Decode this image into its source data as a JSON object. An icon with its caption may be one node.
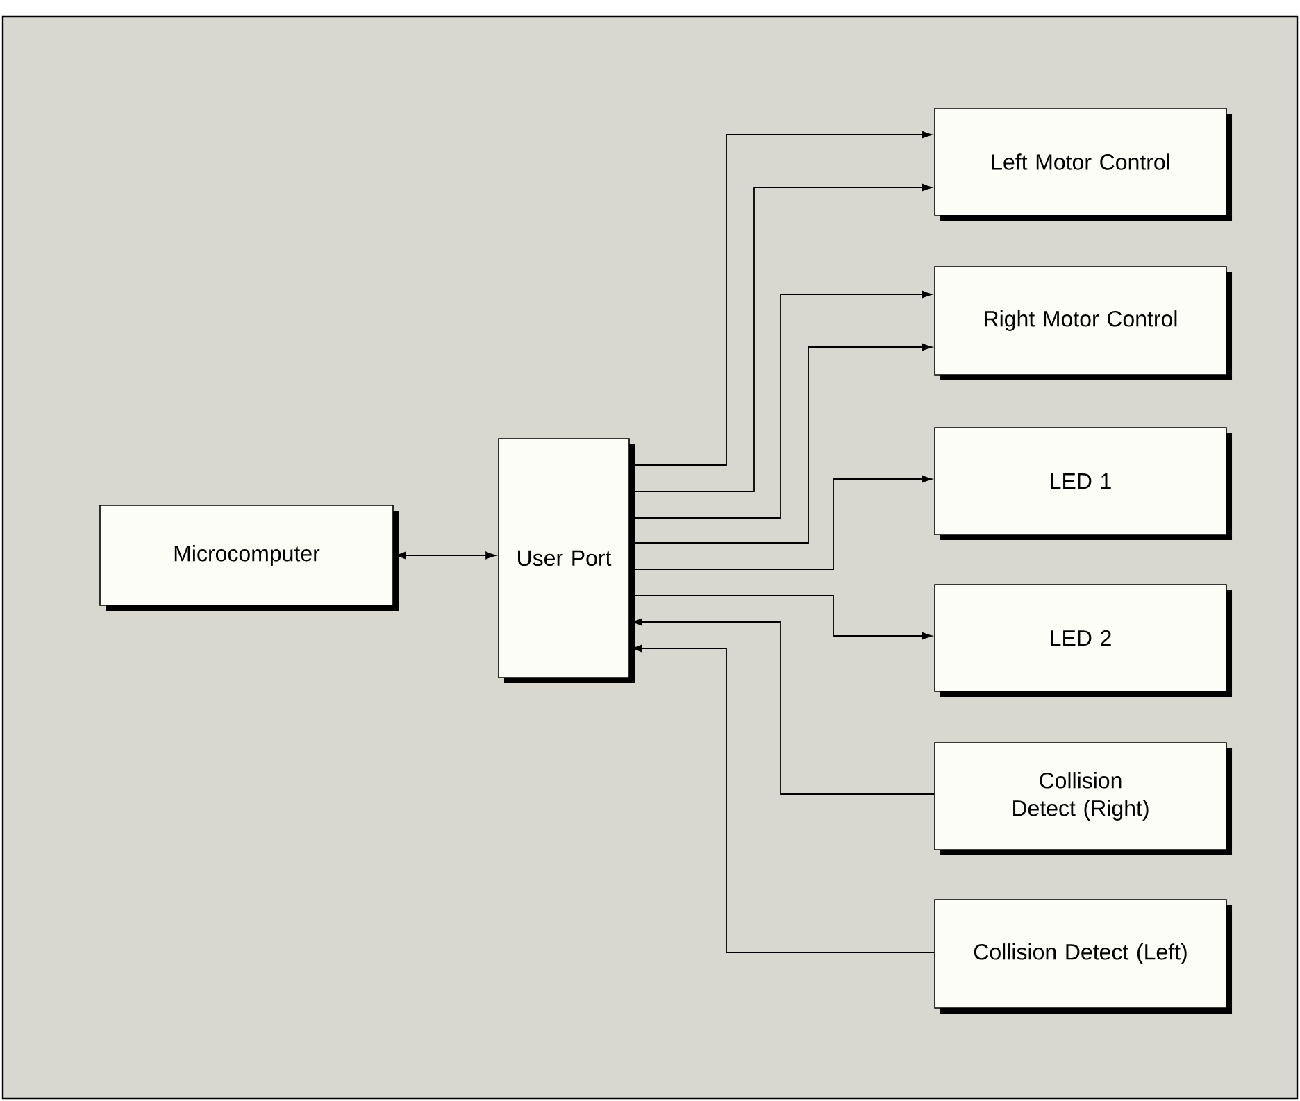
{
  "diagram": {
    "nodes": [
      {
        "text": [
          "Microcomputer"
        ]
      },
      {
        "text": [
          "User Port"
        ]
      },
      {
        "text": [
          "Left Motor Control"
        ]
      },
      {
        "text": [
          "Right Motor Control"
        ]
      },
      {
        "text": [
          "LED 1"
        ]
      },
      {
        "text": [
          "LED 2"
        ]
      },
      {
        "text": [
          "Collision Detect (Right)"
        ]
      },
      {
        "text": [
          "Collision Detect (Left)"
        ]
      }
    ],
    "edges": [
      {
        "from": 0,
        "to": 1,
        "arrow": "both"
      },
      {
        "from": 1,
        "to": 2,
        "arrow": "to"
      },
      {
        "from": 1,
        "to": 2,
        "arrow": "to"
      },
      {
        "from": 1,
        "to": 3,
        "arrow": "to"
      },
      {
        "from": 1,
        "to": 3,
        "arrow": "to"
      },
      {
        "from": 1,
        "to": 4,
        "arrow": "to"
      },
      {
        "from": 1,
        "to": 5,
        "arrow": "to"
      },
      {
        "from": 6,
        "to": 1,
        "arrow": "to"
      },
      {
        "from": 7,
        "to": 1,
        "arrow": "to"
      }
    ]
  }
}
